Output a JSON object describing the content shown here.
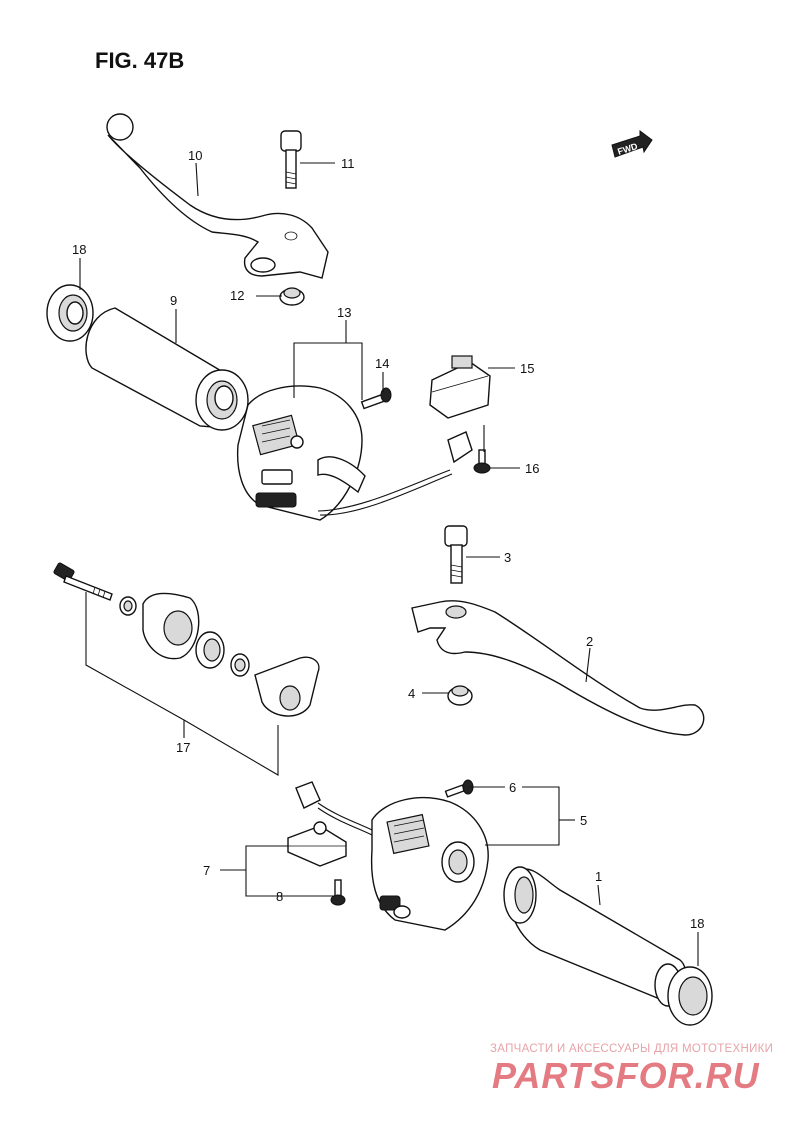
{
  "figure": {
    "title": "FIG. 47B",
    "direction_badge": "FWD"
  },
  "callouts": [
    {
      "id": "c10",
      "label": "10"
    },
    {
      "id": "c11",
      "label": "11"
    },
    {
      "id": "c18a",
      "label": "18"
    },
    {
      "id": "c9",
      "label": "9"
    },
    {
      "id": "c12",
      "label": "12"
    },
    {
      "id": "c13",
      "label": "13"
    },
    {
      "id": "c14",
      "label": "14"
    },
    {
      "id": "c15",
      "label": "15"
    },
    {
      "id": "c16",
      "label": "16"
    },
    {
      "id": "c3",
      "label": "3"
    },
    {
      "id": "c2",
      "label": "2"
    },
    {
      "id": "c4",
      "label": "4"
    },
    {
      "id": "c17",
      "label": "17"
    },
    {
      "id": "c6",
      "label": "6"
    },
    {
      "id": "c5",
      "label": "5"
    },
    {
      "id": "c7",
      "label": "7"
    },
    {
      "id": "c8",
      "label": "8"
    },
    {
      "id": "c1",
      "label": "1"
    },
    {
      "id": "c18b",
      "label": "18"
    }
  ],
  "watermark": {
    "tagline": "ЗАПЧАСТИ И АКСЕССУАРЫ ДЛЯ МОТОТЕХНИКИ",
    "logo": "PARTSFOR.RU",
    "logo_color": "#e47a82",
    "tagline_color": "#e6a3a8"
  }
}
